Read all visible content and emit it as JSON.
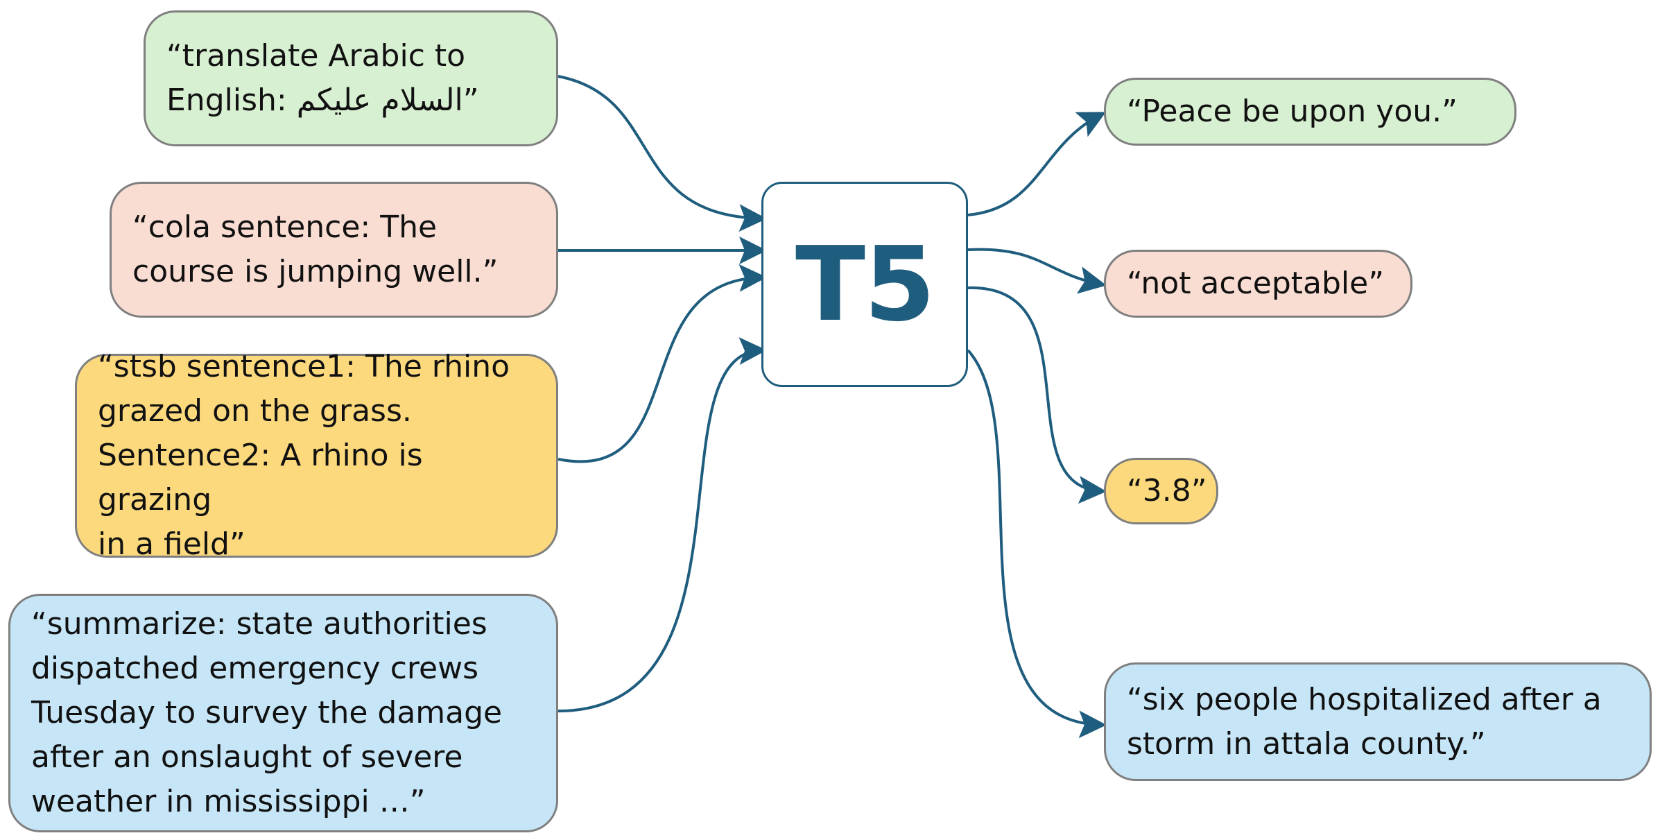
{
  "colors": {
    "arrow": "#1f5d7e",
    "green": "#d8f0d2",
    "salmon": "#f9ddd2",
    "yellow": "#fcd97d",
    "blue": "#c6e6f7",
    "border": "#7f7f7f"
  },
  "model": {
    "label": "T5"
  },
  "inputs": [
    {
      "id": "translate",
      "color": "green",
      "text": "“translate Arabic to\nEnglish: السلام عليكم”"
    },
    {
      "id": "cola",
      "color": "salmon",
      "text": "“cola sentence: The\ncourse is jumping well.”"
    },
    {
      "id": "stsb",
      "color": "yellow",
      "text": "“stsb sentence1: The rhino\ngrazed on the grass.\nSentence2: A rhino is grazing\nin a field”"
    },
    {
      "id": "summarize",
      "color": "blue",
      "text": "“summarize: state authorities\ndispatched emergency crews\nTuesday to survey the damage\nafter an onslaught of severe\nweather in mississippi …”"
    }
  ],
  "outputs": [
    {
      "id": "translate",
      "color": "green",
      "text": "“Peace be upon you.”"
    },
    {
      "id": "cola",
      "color": "salmon",
      "text": "“not acceptable”"
    },
    {
      "id": "stsb",
      "color": "yellow",
      "text": "“3.8”"
    },
    {
      "id": "summarize",
      "color": "blue",
      "text": "“six people hospitalized after a\nstorm in attala county.”"
    }
  ]
}
